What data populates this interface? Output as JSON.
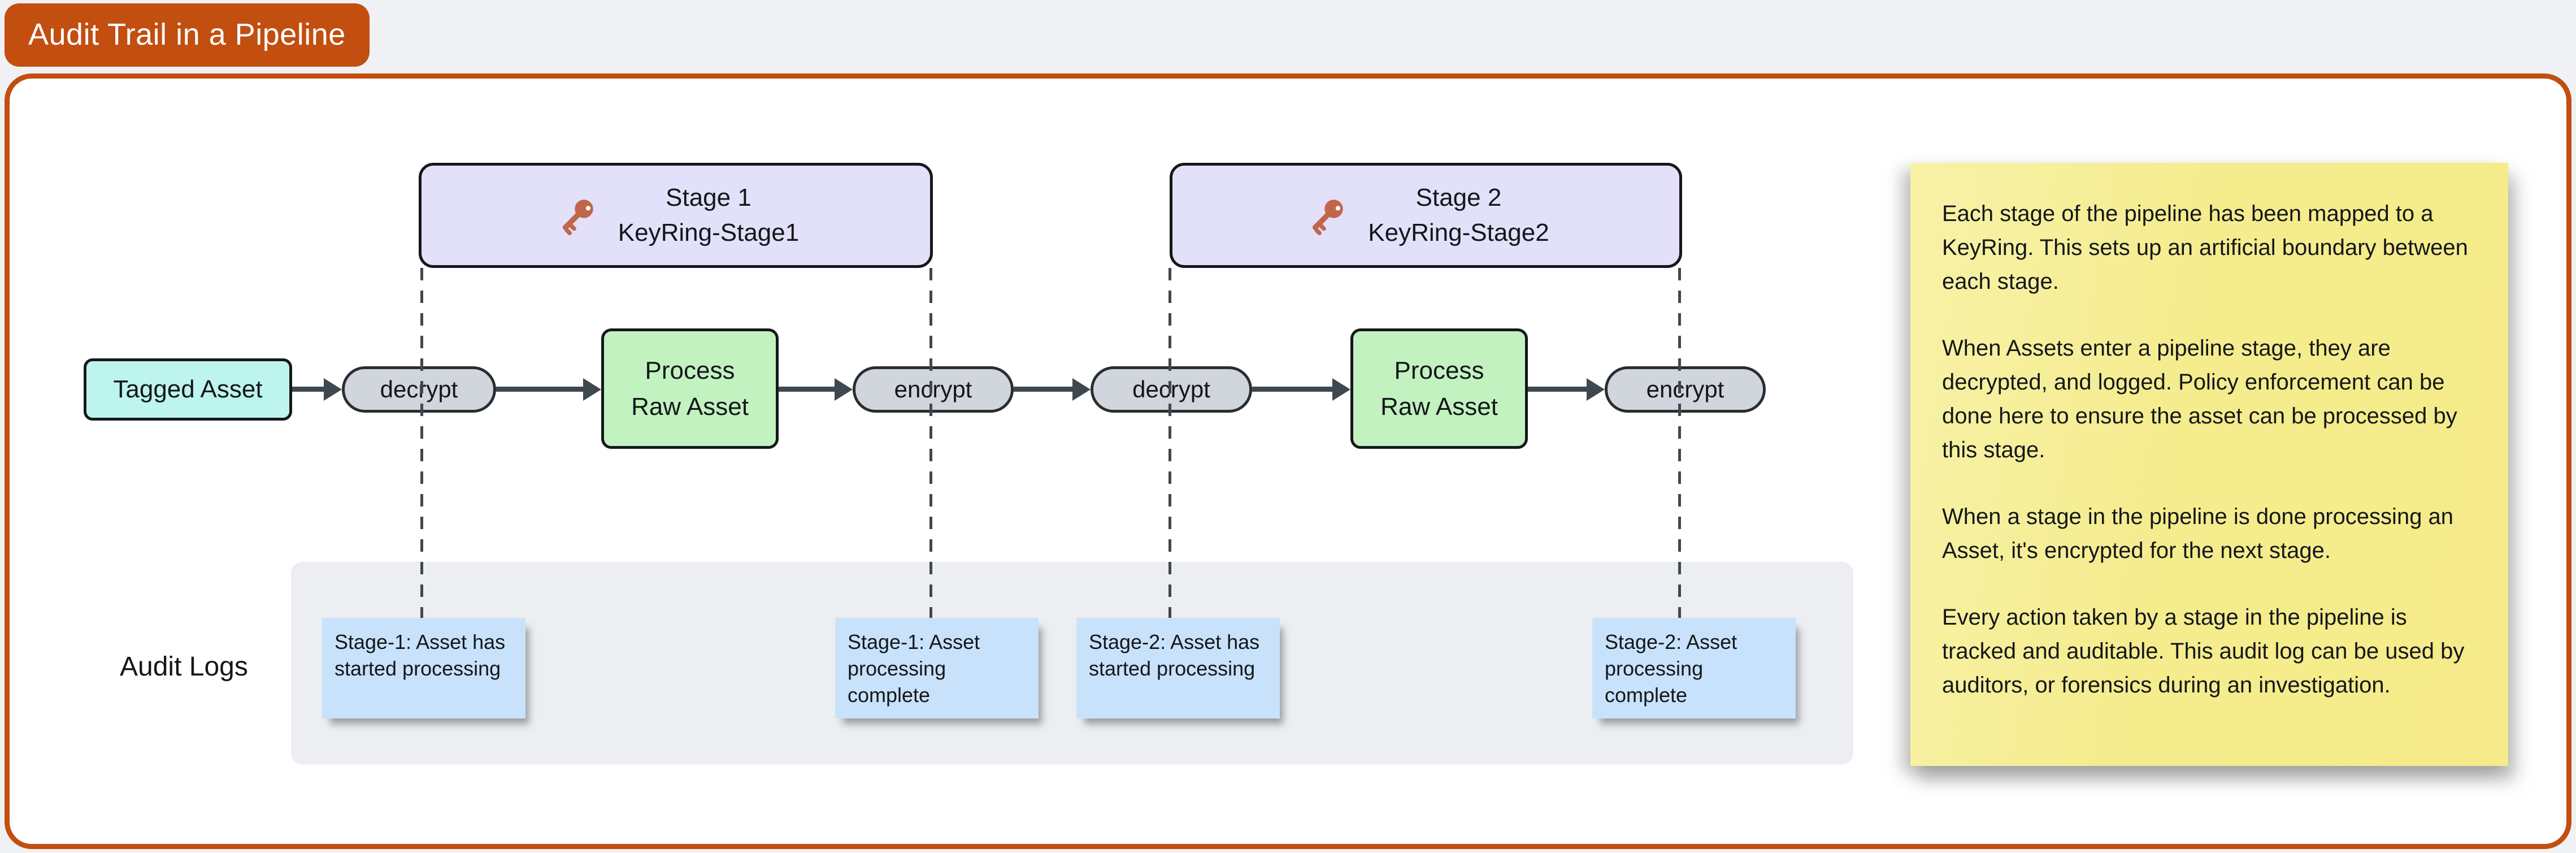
{
  "page": {
    "title": "Audit Trail in a Pipeline"
  },
  "colors": {
    "accent_orange": "#C24E10",
    "stage_fill": "#E3E0FA",
    "asset_fill": "#BEF4EE",
    "process_fill": "#C2F2C0",
    "pill_fill": "#D1D6DC",
    "sticky_blue": "#C8E2FB",
    "note_yellow": "#F5EC8E",
    "band_gray": "#ECEEF2",
    "arrow_dark": "#3F474F",
    "key_icon": "#C1664A"
  },
  "stages": [
    {
      "title": "Stage 1",
      "keyring": "KeyRing-Stage1",
      "icon": "key-icon"
    },
    {
      "title": "Stage 2",
      "keyring": "KeyRing-Stage2",
      "icon": "key-icon"
    }
  ],
  "flow": {
    "asset": {
      "label": "Tagged Asset"
    },
    "pills": [
      {
        "label": "decrypt"
      },
      {
        "label": "encrypt"
      },
      {
        "label": "decrypt"
      },
      {
        "label": "encrypt"
      }
    ],
    "process": [
      {
        "line1": "Process",
        "line2": "Raw Asset"
      },
      {
        "line1": "Process",
        "line2": "Raw Asset"
      }
    ]
  },
  "audit": {
    "label": "Audit Logs",
    "notes": [
      "Stage-1: Asset has started processing",
      "Stage-1: Asset processing complete",
      "Stage-2: Asset has started processing",
      "Stage-2: Asset processing complete"
    ]
  },
  "side_note": {
    "paragraphs": [
      "Each stage of the pipeline has been mapped to a KeyRing. This sets up an artificial boundary between each stage.",
      "When Assets enter a pipeline stage, they are decrypted, and logged. Policy enforcement can be done here to ensure the asset can be processed by this stage.",
      "When a stage in the pipeline is done processing an Asset, it's encrypted for the next stage.",
      "Every action taken by a stage in the pipeline is tracked and auditable. This audit log can be used by auditors, or forensics during an investigation."
    ]
  }
}
